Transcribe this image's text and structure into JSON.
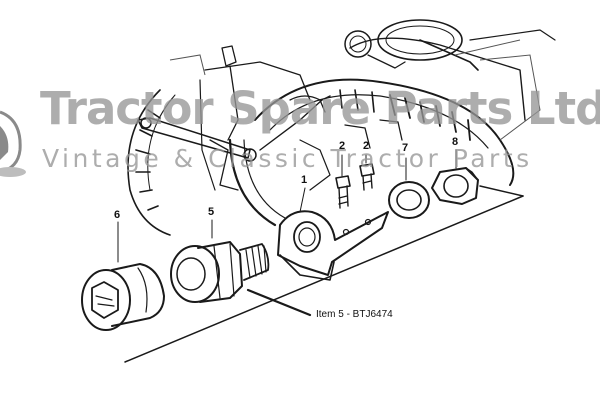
{
  "watermark": {
    "title": "Tractor Spare Parts Ltd",
    "subtitle": "Vintage & Classic Tractor Parts"
  },
  "part_numbers": [
    "1",
    "2",
    "2",
    "5",
    "6",
    "7",
    "8"
  ],
  "callout": {
    "text": "Item 5 - BTJ6474"
  },
  "colors": {
    "ink": "#1a1a1a",
    "watermark": "#969696",
    "background": "#ffffff"
  }
}
